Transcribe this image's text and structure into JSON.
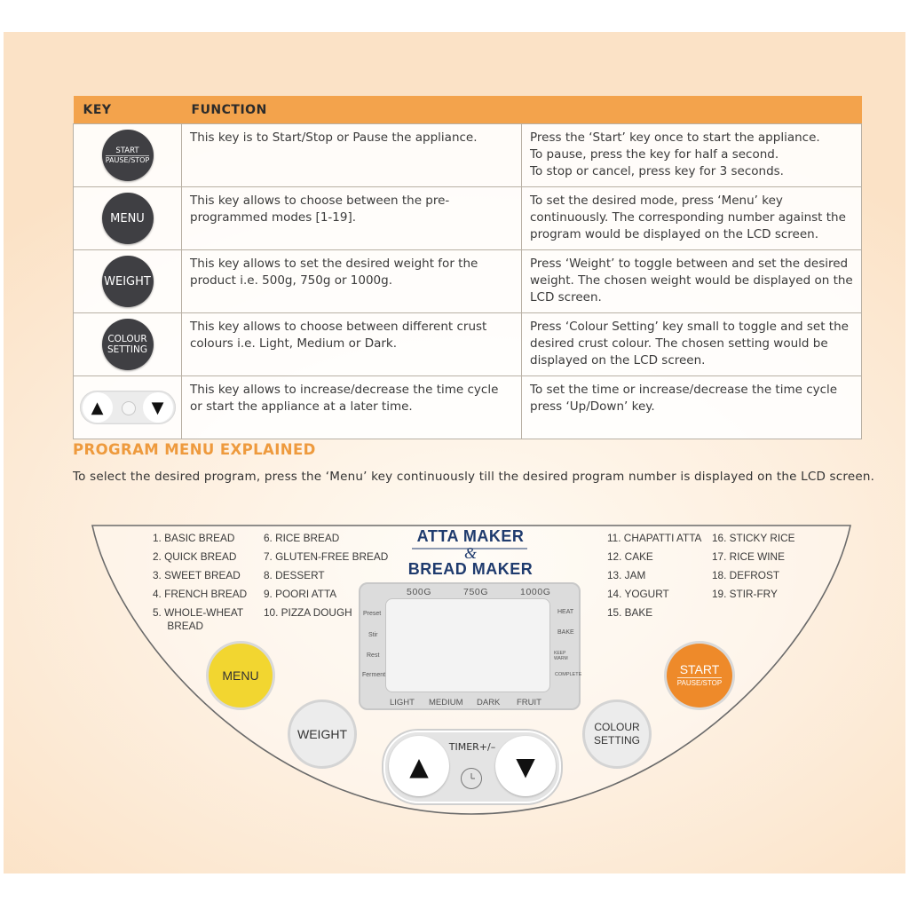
{
  "key_table": {
    "headers": [
      "KEY",
      "FUNCTION",
      ""
    ],
    "rows": [
      {
        "key_lines": [
          "START",
          "PAUSE/STOP"
        ],
        "function": "This key is to Start/Stop or Pause the appliance.",
        "details": [
          "Press the ‘Start’ key once to start the appliance.",
          "To pause, press the key for half a second.",
          "To stop or cancel, press key for 3 seconds."
        ]
      },
      {
        "key_lines": [
          "MENU"
        ],
        "function": "This key allows to choose between the pre-programmed modes [1-19].",
        "details": [
          "To set the desired mode, press ‘Menu’ key continuously. The corresponding number against the program would be displayed on the LCD screen."
        ]
      },
      {
        "key_lines": [
          "WEIGHT"
        ],
        "function": "This key allows to set the desired weight for the product i.e. 500g, 750g or 1000g.",
        "details": [
          "Press ‘Weight’ to toggle between and set the desired weight. The chosen weight would be displayed on the LCD screen."
        ]
      },
      {
        "key_lines": [
          "COLOUR",
          "SETTING"
        ],
        "function": "This key allows to choose between different crust colours i.e. Light, Medium or Dark.",
        "details": [
          "Press ‘Colour Setting’ key small to toggle and set the desired crust colour. The chosen setting would be displayed on the LCD screen."
        ]
      },
      {
        "key_lines": [
          "▲",
          "▼"
        ],
        "function": "This key allows to increase/decrease the time cycle or start the appliance at a later time.",
        "details": [
          "To set the time or increase/decrease the time cycle press ‘Up/Down’ key."
        ]
      }
    ]
  },
  "program_section": {
    "title": "PROGRAM MENU EXPLAINED",
    "instruction": "To select the desired program, press the ‘Menu’ key continuously till the desired program number is displayed on the LCD screen."
  },
  "panel": {
    "brand_line1": "ATTA MAKER",
    "brand_amp": "&",
    "brand_line2": "BREAD MAKER",
    "programs_col1": [
      "1.  BASIC BREAD",
      "2.  QUICK BREAD",
      "3.  SWEET BREAD",
      "4.  FRENCH BREAD",
      "5.  WHOLE-WHEAT",
      "     BREAD"
    ],
    "programs_col2": [
      "6.  RICE BREAD",
      "7.  GLUTEN-FREE BREAD",
      "8.  DESSERT",
      "9.  POORI ATTA",
      "10. PIZZA DOUGH"
    ],
    "programs_col3": [
      "11. CHAPATTI ATTA",
      "12. CAKE",
      "13. JAM",
      "14. YOGURT",
      "15. BAKE"
    ],
    "programs_col4": [
      "16. STICKY RICE",
      "17. RICE WINE",
      "18. DEFROST",
      "19. STIR-FRY"
    ],
    "lcd": {
      "weights": [
        "500G",
        "750G",
        "1000G"
      ],
      "left_labels": [
        "Preset",
        "Stir",
        "Rest",
        "Ferment"
      ],
      "right_labels": [
        "HEAT",
        "BAKE",
        "KEEP WARM",
        "COMPLETE"
      ],
      "bottom_labels": [
        "LIGHT",
        "MEDIUM",
        "DARK",
        "FRUIT"
      ]
    },
    "buttons": {
      "menu": "MENU",
      "weight": "WEIGHT",
      "colour_line1": "COLOUR",
      "colour_line2": "SETTING",
      "start": "START",
      "start_sub": "PAUSE/STOP",
      "timer_label": "TIMER+/–",
      "up": "▲",
      "down": "▼"
    },
    "colors": {
      "menu": "#f2d630",
      "start": "#ee8a2a",
      "header": "#f3a34c",
      "title": "#ee9a3d",
      "brand": "#1f3b6e"
    }
  }
}
